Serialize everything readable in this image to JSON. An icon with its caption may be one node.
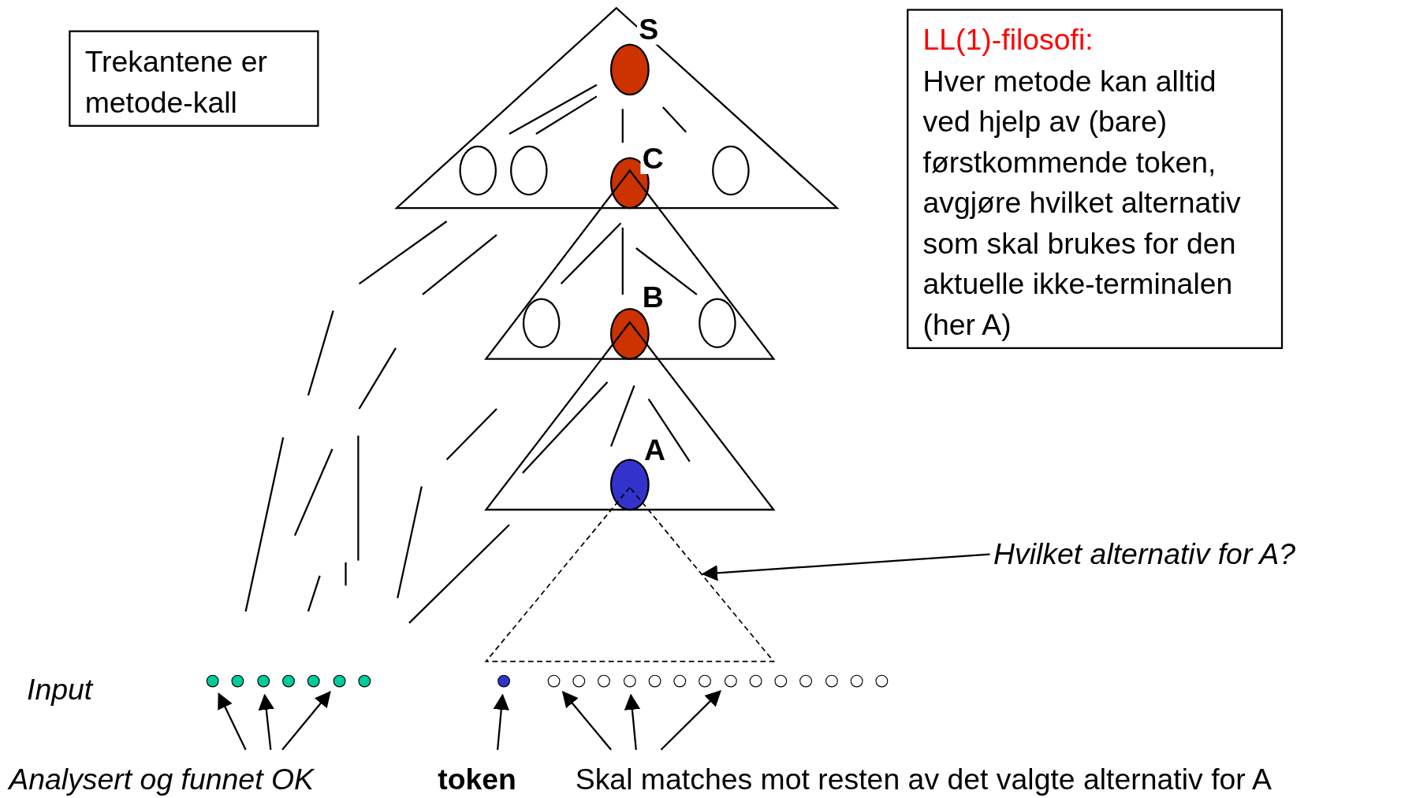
{
  "diagram": {
    "nodes": [
      {
        "text": [
          "Trekantene er metode-kall"
        ]
      },
      {
        "text": [
          "LL(1)-filosofi:",
          "Hver metode kan alltid ved hjelp av (bare) førstkommende token, avgjøre hvilket alternativ som skal brukes for den aktuelle ikke-terminalen (her A)"
        ]
      },
      {
        "text": [],
        "shape": "triangle"
      },
      {
        "text": [],
        "shape": "ellipse",
        "beside": [
          "S"
        ],
        "in": 2
      },
      {
        "text": [],
        "shape": "ellipse",
        "in": 2
      },
      {
        "text": [],
        "shape": "ellipse",
        "in": 2
      },
      {
        "text": [],
        "shape": "ellipse",
        "in": 2
      },
      {
        "text": [],
        "shape": "triangle"
      },
      {
        "text": [],
        "shape": "ellipse",
        "beside": [
          "C"
        ],
        "in": 2
      },
      {
        "text": [],
        "shape": "ellipse",
        "in": 7
      },
      {
        "text": [],
        "shape": "ellipse",
        "in": 7
      },
      {
        "text": [],
        "shape": "triangle"
      },
      {
        "text": [],
        "shape": "ellipse",
        "beside": [
          "B"
        ],
        "in": 7
      },
      {
        "text": [],
        "shape": "ellipse",
        "beside": [
          "A"
        ],
        "in": 11
      },
      {
        "text": [],
        "shape": "triangle"
      },
      {
        "text": [
          "Hvilket alternativ for A?"
        ]
      },
      {
        "text": [],
        "shape": "circle"
      },
      {
        "text": [],
        "shape": "circle"
      },
      {
        "text": [],
        "shape": "circle"
      },
      {
        "text": [],
        "shape": "circle"
      },
      {
        "text": [],
        "shape": "circle"
      },
      {
        "text": [],
        "shape": "circle"
      },
      {
        "text": [],
        "shape": "circle"
      },
      {
        "text": [],
        "shape": "circle"
      },
      {
        "text": [],
        "shape": "circle"
      },
      {
        "text": [],
        "shape": "circle"
      },
      {
        "text": [],
        "shape": "circle"
      },
      {
        "text": [],
        "shape": "circle"
      },
      {
        "text": [],
        "shape": "circle"
      },
      {
        "text": [],
        "shape": "circle"
      },
      {
        "text": [],
        "shape": "circle"
      },
      {
        "text": [],
        "shape": "circle"
      },
      {
        "text": [],
        "shape": "circle"
      },
      {
        "text": [],
        "shape": "circle"
      },
      {
        "text": [],
        "shape": "circle"
      },
      {
        "text": [],
        "shape": "circle"
      },
      {
        "text": [],
        "shape": "circle"
      },
      {
        "text": [],
        "shape": "circle"
      },
      {
        "text": [
          "Analysert og funnet OK"
        ]
      },
      {
        "text": [
          "token"
        ]
      },
      {
        "text": [
          "Skal matches mot resten av det valgte alternativ for A"
        ]
      }
    ],
    "edges": [
      {
        "from": 15,
        "to": 14,
        "arrow": "to"
      },
      {
        "from": 38,
        "to": 16,
        "arrow": "to"
      },
      {
        "from": 38,
        "to": 18,
        "arrow": "to"
      },
      {
        "from": 38,
        "to": 21,
        "arrow": "to"
      },
      {
        "from": 39,
        "to": 23,
        "arrow": "to"
      },
      {
        "from": 40,
        "to": 24,
        "arrow": "to"
      },
      {
        "from": 40,
        "to": 27,
        "arrow": "to"
      },
      {
        "from": 40,
        "to": 31,
        "arrow": "to"
      }
    ],
    "labels": [
      "Input"
    ]
  }
}
